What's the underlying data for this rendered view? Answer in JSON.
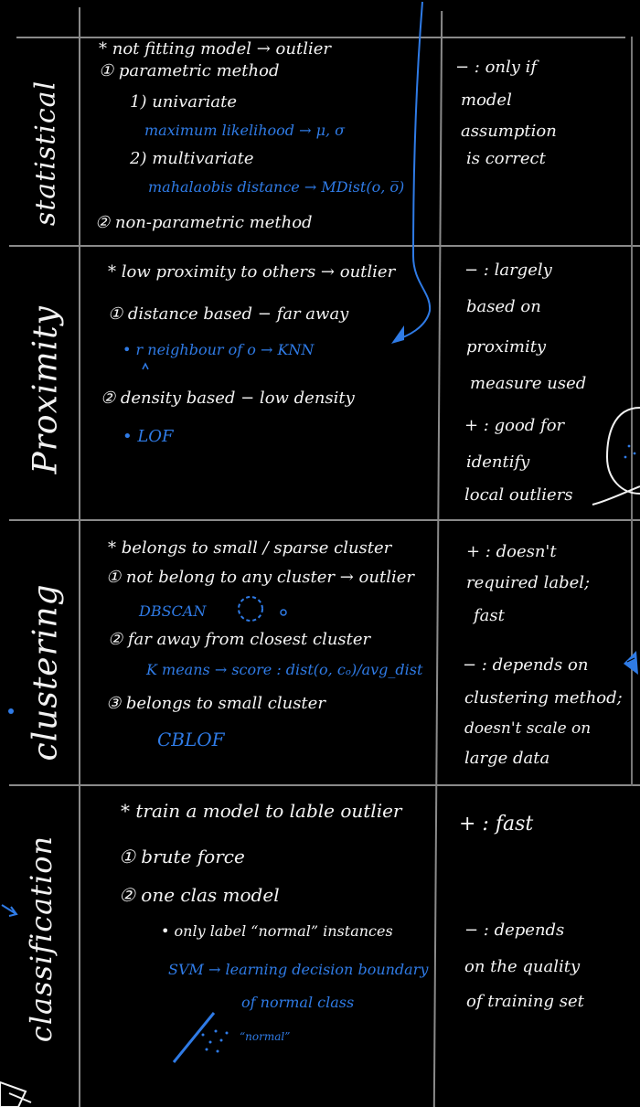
{
  "rows": {
    "statistical": {
      "label": "statistical",
      "lines": [
        "* not fitting model → outlier",
        "① parametric method",
        "1) univariate",
        "maximum likelihood → μ, σ",
        "2) multivariate",
        "mahalaobis distance → MDist(o, o̅)",
        "② non-parametric method"
      ],
      "notes": [
        "− : only if",
        "model",
        "assumption",
        "is correct"
      ]
    },
    "proximity": {
      "label": "Proximity",
      "lines": [
        "* low proximity to others → outlier",
        "① distance based − far away",
        "• r neighbour of o → KNN",
        "② density based − low density",
        "• LOF"
      ],
      "notes": [
        "− : largely",
        "based on",
        "proximity",
        "measure used",
        "+ : good for",
        "identify",
        "local outliers"
      ]
    },
    "clustering": {
      "label": "clustering",
      "lines": [
        "* belongs to small / sparse cluster",
        "① not belong to any cluster → outlier",
        "DBSCAN",
        "② far away from closest cluster",
        "K means → score : dist(o, cₒ)/avg_dist",
        "③ belongs to small cluster",
        "CBLOF"
      ],
      "notes": [
        "+ : doesn't",
        "required label;",
        "fast",
        "− : depends on",
        "clustering method;",
        "doesn't scale on",
        "large data"
      ]
    },
    "classification": {
      "label": "classification",
      "lines": [
        "* train a model to lable outlier",
        "① brute force",
        "② one clas model",
        "• only label “normal” instances",
        "SVM → learning decision boundary",
        "of normal class",
        "“normal”"
      ],
      "notes": [
        "+ : fast",
        "− : depends",
        "on the quality",
        "of training set"
      ]
    }
  },
  "colors": {
    "ink": "#f2f2f2",
    "blue": "#2f7be6",
    "grid": "#8a8a8a"
  }
}
